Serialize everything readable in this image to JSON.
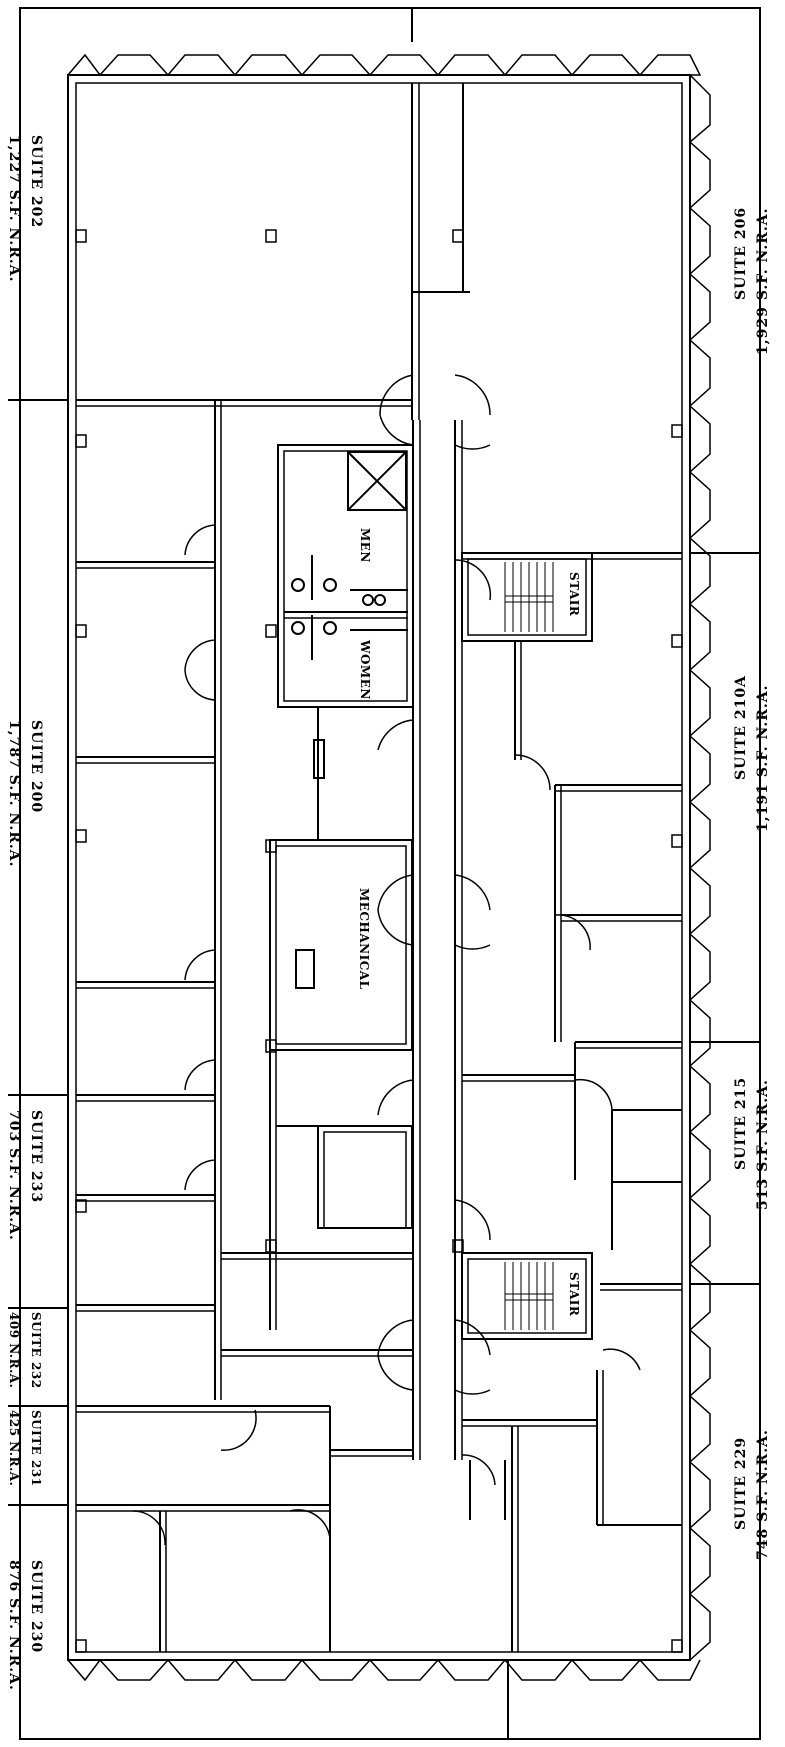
{
  "suites": {
    "s202": {
      "name": "SUITE 202",
      "area": "1,227 S.F. N.R.A."
    },
    "s200": {
      "name": "SUITE 200",
      "area": "1,787 S.F. N.R.A."
    },
    "s233": {
      "name": "SUITE 233",
      "area": "703 S.F. N.R.A."
    },
    "s232": {
      "name": "SUITE 232",
      "area": "409 N.R.A."
    },
    "s231": {
      "name": "SUITE 231",
      "area": "425 N.R.A."
    },
    "s230": {
      "name": "SUITE 230",
      "area": "876 S.F. N.R.A."
    },
    "s206": {
      "name": "SUITE 206",
      "area": "1,929 S.F. N.R.A."
    },
    "s210a": {
      "name": "SUITE 210A",
      "area": "1,191 S.F. N.R.A."
    },
    "s215": {
      "name": "SUITE 215",
      "area": "513 S.F. N.R.A."
    },
    "s229": {
      "name": "SUITE 229",
      "area": "748 S.F. N.R.A."
    }
  },
  "rooms": {
    "men": "MEN",
    "women": "WOMEN",
    "mechanical": "MECHANICAL",
    "stair_upper": "STAIR",
    "stair_lower": "STAIR"
  }
}
